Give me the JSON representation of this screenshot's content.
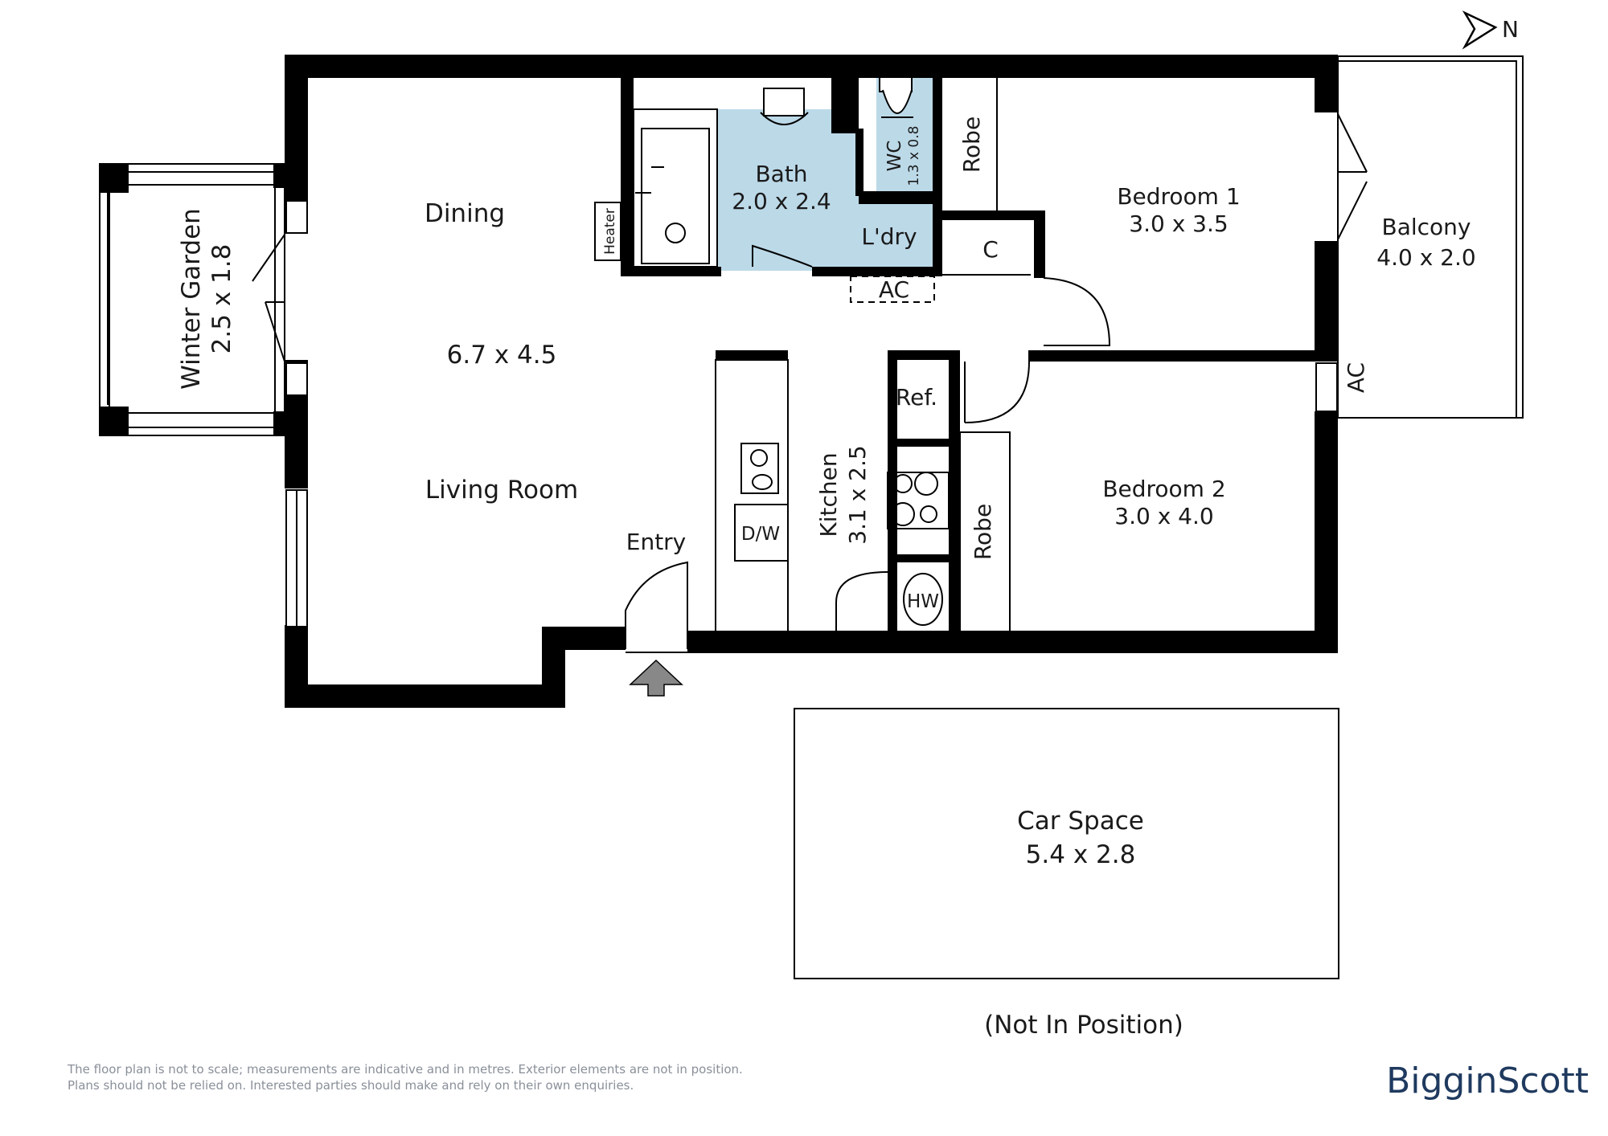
{
  "compass": {
    "label": "N"
  },
  "rooms": {
    "dining": {
      "name": "Dining"
    },
    "living": {
      "name": "Living Room",
      "dims": "6.7 x 4.5"
    },
    "winter_garden": {
      "name": "Winter Garden",
      "dims": "2.5 x 1.8"
    },
    "bath": {
      "name": "Bath",
      "dims": "2.0 x 2.4"
    },
    "wc": {
      "name": "WC",
      "dims": "1.3 x 0.8"
    },
    "laundry": {
      "name": "L'dry"
    },
    "bedroom1": {
      "name": "Bedroom 1",
      "dims": "3.0 x 3.5"
    },
    "bedroom2": {
      "name": "Bedroom 2",
      "dims": "3.0 x 4.0"
    },
    "balcony": {
      "name": "Balcony",
      "dims": "4.0 x 2.0"
    },
    "kitchen": {
      "name": "Kitchen",
      "dims": "3.1 x 2.5"
    },
    "entry": {
      "name": "Entry"
    },
    "car_space": {
      "name": "Car Space",
      "dims": "5.4 x 2.8",
      "note": "(Not In Position)"
    }
  },
  "fixtures": {
    "heater": "Heater",
    "robe1": "Robe",
    "robe2": "Robe",
    "cupboard": "C",
    "ac_hall": "AC",
    "ac_balcony": "AC",
    "fridge": "Ref.",
    "dishwasher": "D/W",
    "hot_water": "HW"
  },
  "disclaimer": {
    "line1": "The floor plan is not to scale; measurements are indicative and in metres. Exterior elements are not in position.",
    "line2": "Plans should not be relied on. Interested parties should make and rely on their own enquiries."
  },
  "brand": {
    "name": "BigginScott"
  },
  "colors": {
    "wall": "#000000",
    "wet_area": "#bcd9e8",
    "brand": "#1f3a5f"
  }
}
